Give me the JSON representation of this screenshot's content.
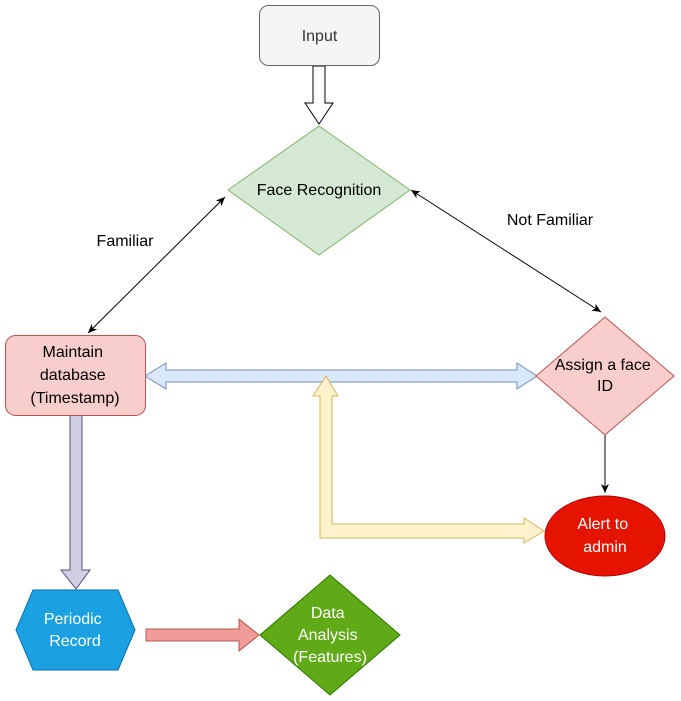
{
  "nodes": {
    "input": {
      "lines": [
        "Input"
      ]
    },
    "face_recognition": {
      "lines": [
        "Face Recognition"
      ]
    },
    "maintain_database": {
      "lines": [
        "Maintain",
        "database",
        "(Timestamp)"
      ]
    },
    "assign_face_id": {
      "lines": [
        "Assign a face",
        "ID"
      ]
    },
    "alert_admin": {
      "lines": [
        "Alert to",
        "admin"
      ]
    },
    "periodic_record": {
      "lines": [
        "Periodic",
        "Record"
      ]
    },
    "data_analysis": {
      "lines": [
        "Data",
        "Analysis",
        "(Features)"
      ]
    }
  },
  "edges": {
    "familiar": "Familiar",
    "not_familiar": "Not Familiar"
  },
  "colors": {
    "input_fill": "#f5f5f5",
    "input_stroke": "#666666",
    "face_fill": "#d5e8d4",
    "face_stroke": "#82b366",
    "red_fill": "#f8cecc",
    "red_stroke": "#b85450",
    "alert_fill": "#e51400",
    "alert_stroke": "#b20000",
    "periodic_fill": "#1ba1e2",
    "periodic_stroke": "#006eaf",
    "analysis_fill": "#60a917",
    "analysis_stroke": "#2d7600",
    "blue_arrow_fill": "#dae8fc",
    "blue_arrow_stroke": "#6c8ebf",
    "yellow_arrow_fill": "#fff2cc",
    "yellow_arrow_stroke": "#d6b656",
    "purple_arrow_fill": "#d0cee2",
    "purple_arrow_stroke": "#56517e",
    "pink_arrow_fill": "#f19c99",
    "pink_arrow_stroke": "#b85450"
  }
}
